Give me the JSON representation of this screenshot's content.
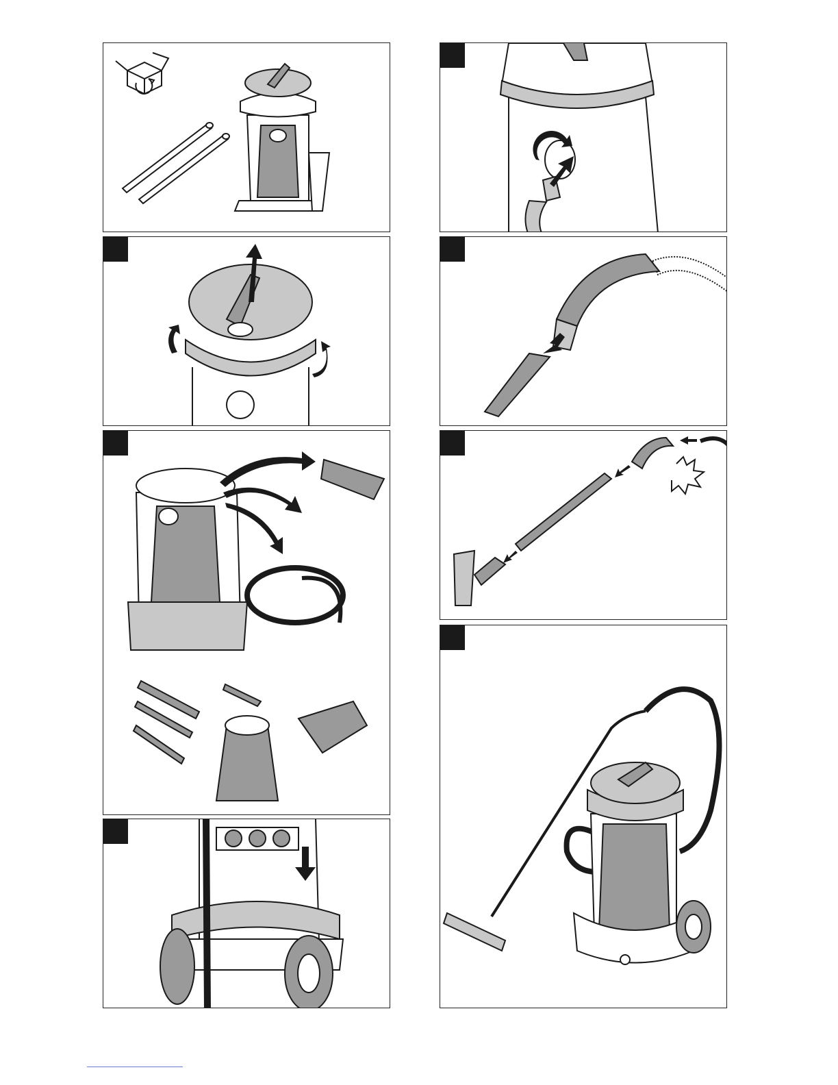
{
  "page": {
    "panels": [
      {
        "id": "unpack",
        "step_marker": false
      },
      {
        "id": "connect-hose",
        "step_marker": true
      },
      {
        "id": "remove-head",
        "step_marker": true
      },
      {
        "id": "attach-crevice-nozzle",
        "step_marker": true
      },
      {
        "id": "remove-accessories",
        "step_marker": true
      },
      {
        "id": "assemble-tubes",
        "step_marker": true
      },
      {
        "id": "accessory-holder",
        "step_marker": true
      },
      {
        "id": "assembled-vacuum",
        "step_marker": true
      }
    ]
  },
  "icons": {
    "unpack": "box-unpack-icon",
    "arrow": "arrow-icon",
    "click": "click-sound-icon"
  },
  "colors": {
    "line": "#1a1a1a",
    "shade": "#9a9a9a",
    "light_shade": "#c8c8c8",
    "step_marker": "#1a1a1a",
    "footer_rule": "#6b7fd8"
  }
}
